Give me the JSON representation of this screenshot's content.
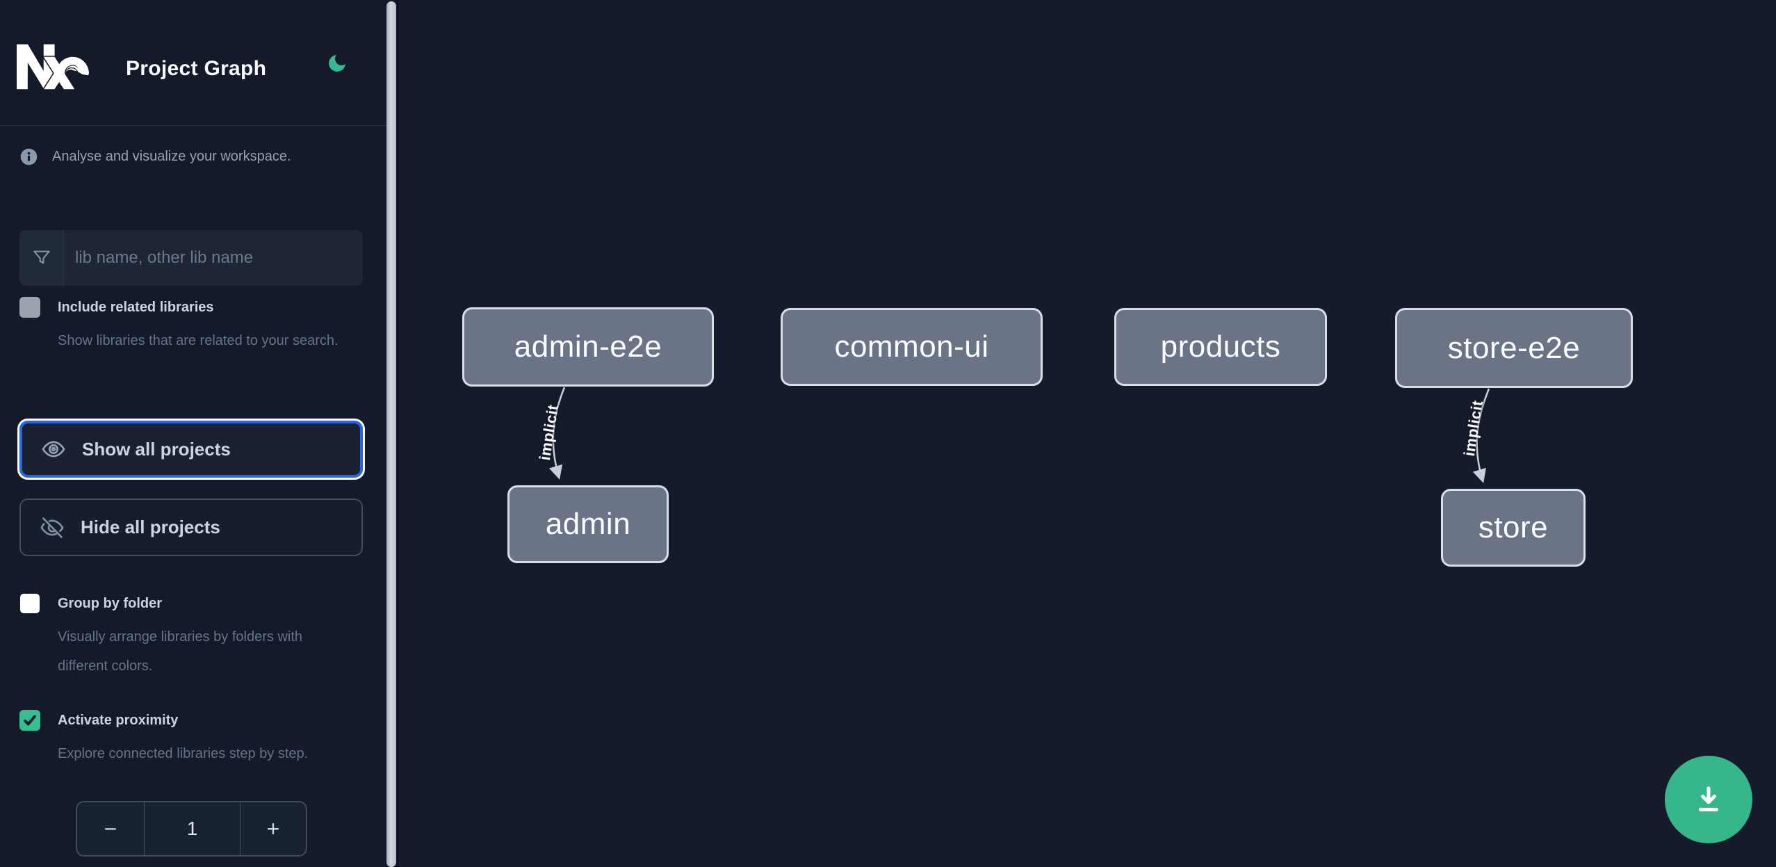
{
  "header": {
    "app_name": "Nx",
    "title": "Project Graph",
    "icons": {
      "logo": "nx-logo",
      "theme_toggle": "moon-icon"
    }
  },
  "sidebar": {
    "tagline": "Analyse and visualize your workspace.",
    "filter_input": {
      "placeholder": "lib name, other lib name",
      "value": "",
      "icon": "funnel-icon"
    },
    "toggles": [
      {
        "label": "Include related libraries",
        "description": "Show libraries that are related to your search.",
        "checked": false
      },
      {
        "label": "Group by folder",
        "description": "Visually arrange libraries by folders with different colors.",
        "checked": false
      },
      {
        "label": "Activate proximity",
        "description": "Explore connected libraries step by step.",
        "checked": true
      }
    ],
    "actions": {
      "show_all": "Show all projects",
      "hide_all": "Hide all projects",
      "show_all_icon": "eye-icon",
      "hide_all_icon": "eye-off-icon",
      "focused": "show_all"
    },
    "proximity_stepper": {
      "decrement_label": "−",
      "value": "1",
      "increment_label": "+"
    }
  },
  "graph": {
    "nodes": [
      {
        "label": "admin-e2e"
      },
      {
        "label": "common-ui"
      },
      {
        "label": "products"
      },
      {
        "label": "store-e2e"
      },
      {
        "label": "admin"
      },
      {
        "label": "store"
      }
    ],
    "edges": [
      {
        "source": "admin-e2e",
        "target": "admin",
        "label": "implicit"
      },
      {
        "source": "store-e2e",
        "target": "store",
        "label": "implicit"
      }
    ]
  },
  "fab": {
    "icon": "download-icon"
  },
  "colors": {
    "canvas_bg": "#151b2b",
    "sidebar_bg": "#141a29",
    "accent_blue": "#2667e8",
    "brand_green": "#35b789",
    "moon_green": "#35b992",
    "checked_green": "#36bd90",
    "node_fill": "#6b7486",
    "node_border": "#d9dfe7",
    "edge_color": "#c9cfd8",
    "title_text": "#f6f8fa",
    "label_text": "#cbd5e1",
    "muted_text": "#64748b"
  }
}
